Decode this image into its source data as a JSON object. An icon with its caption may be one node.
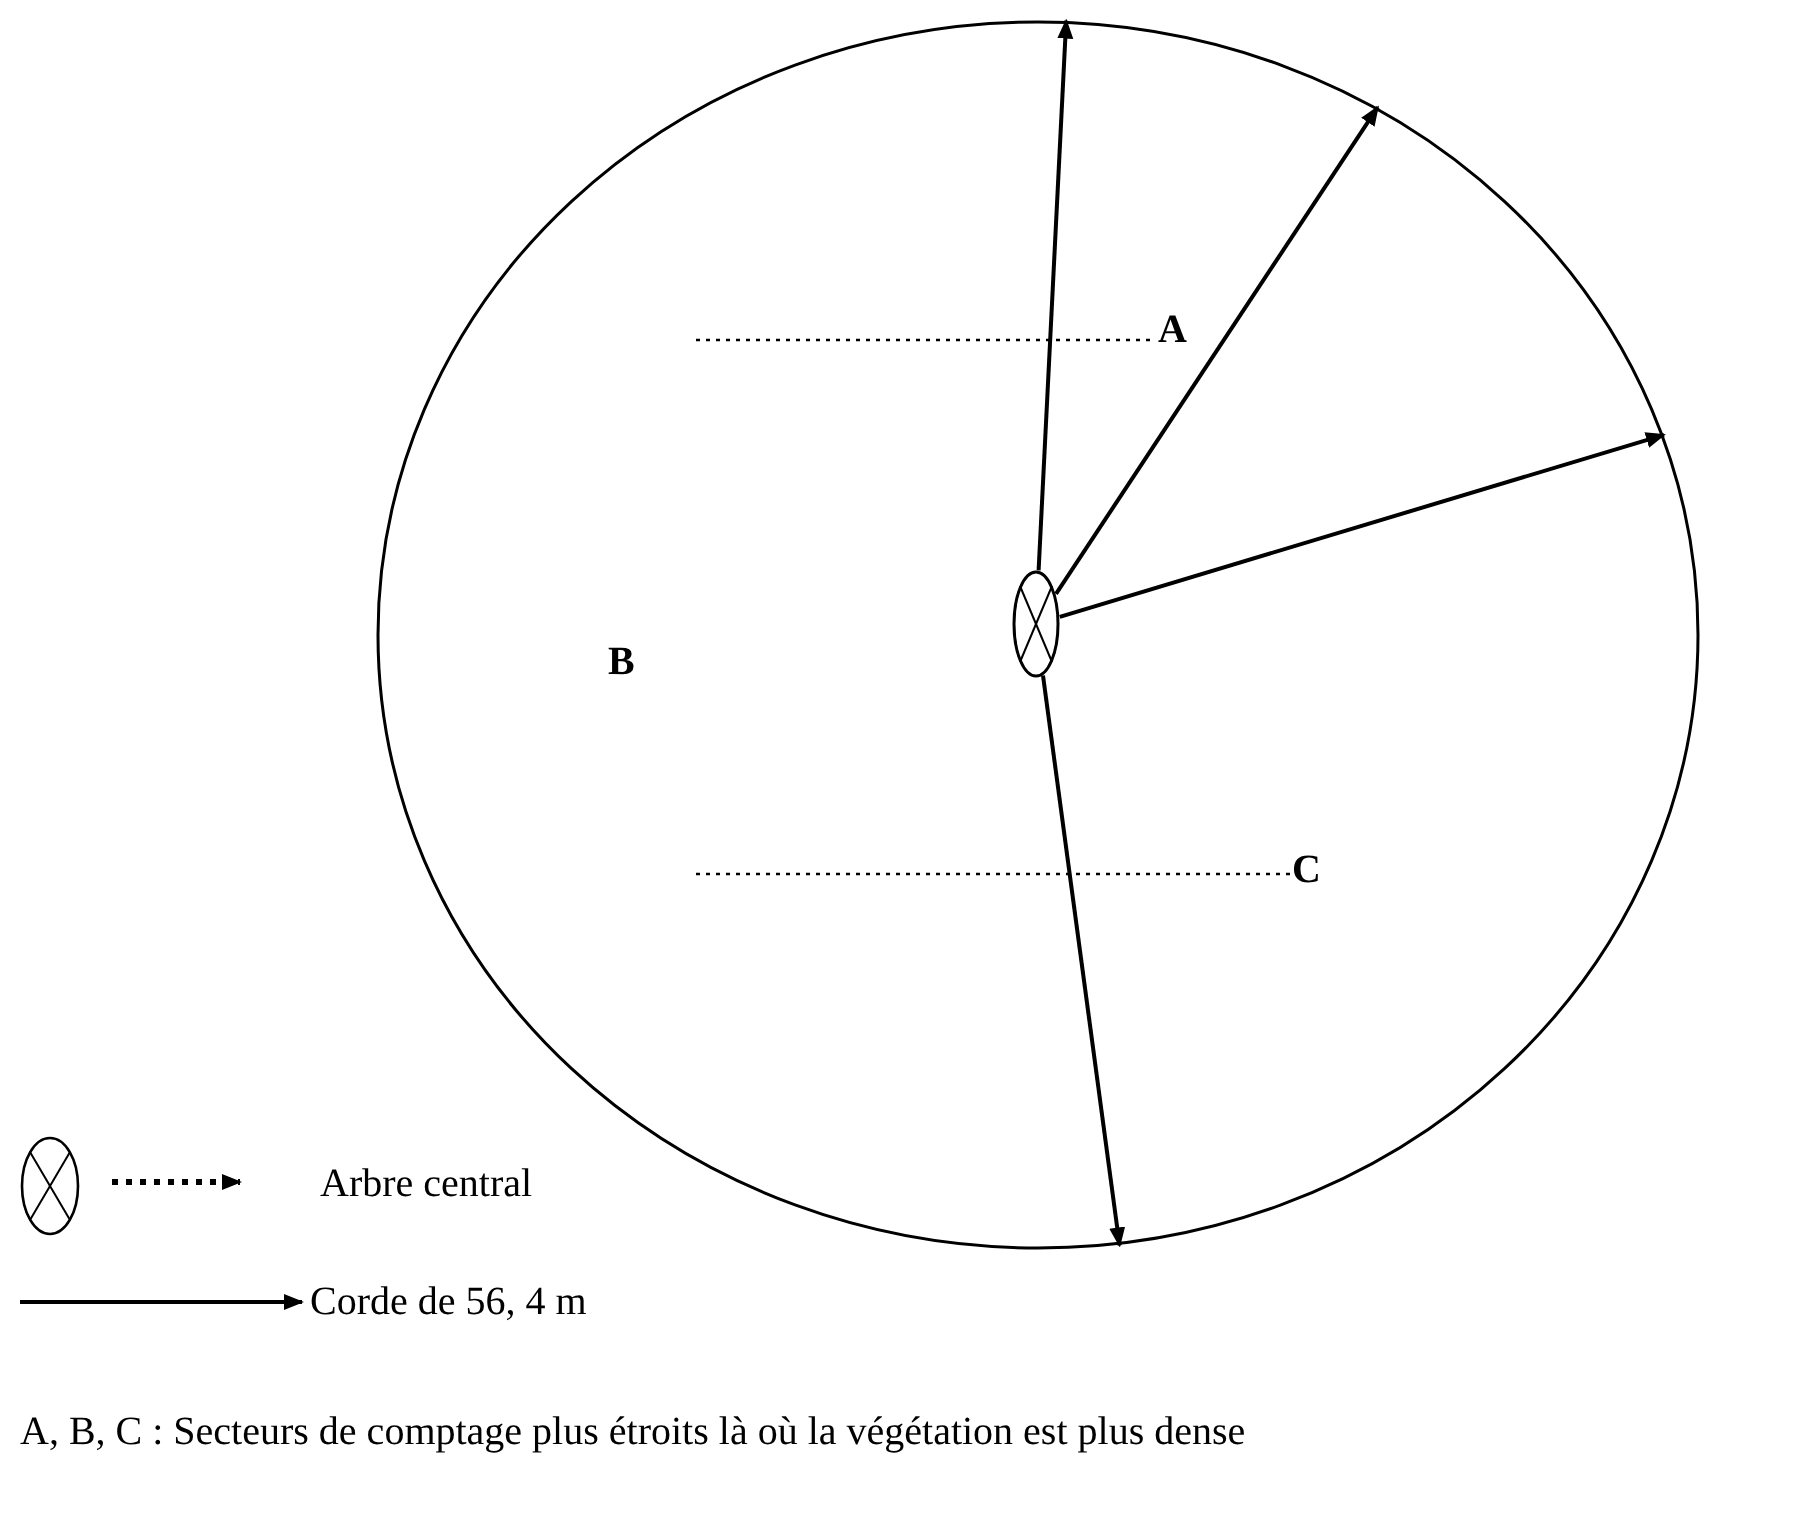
{
  "diagram": {
    "caption": "A, B, C : Secteurs de comptage plus étroits là où la végétation est plus dense",
    "nodes": [
      {
        "text": [],
        "shape": "circle"
      },
      {
        "text": [],
        "shape": "circle",
        "in": 0
      }
    ],
    "edges": [
      {
        "from": 1,
        "to": 0,
        "arrow": "to"
      },
      {
        "from": 1,
        "to": 0,
        "arrow": "to"
      },
      {
        "from": 1,
        "to": 0,
        "arrow": "to"
      },
      {
        "from": 1,
        "to": 0,
        "arrow": "to"
      }
    ],
    "labels": [
      "A",
      "B",
      "C"
    ],
    "legend": [
      {
        "text": "Arbre central"
      },
      {
        "text": "Corde de 56, 4 m"
      }
    ]
  }
}
